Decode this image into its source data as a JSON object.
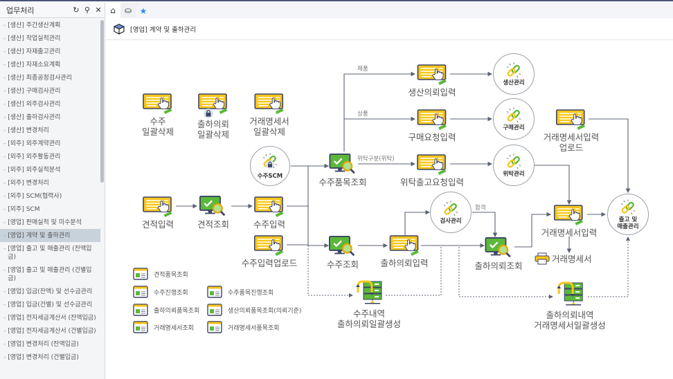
{
  "sidebar": {
    "title": "업무처리",
    "items": [
      "[생산] 주간생산계획",
      "[생산] 작업실적관리",
      "[생산] 자재출고관리",
      "[생산] 자재소요계획",
      "[생산] 최종공정검사관리",
      "[생산] 구매검사관리",
      "[생산] 외주검사관리",
      "[생산] 출하검사관리",
      "[생산] 변경처리",
      "[외주] 외주계약관리",
      "[외주] 외주활동관리",
      "[외주] 외주실적분석",
      "[외주] 변경처리",
      "[외주] SCM(협력사)",
      "[외주] SCM",
      "[영업] 판매실적 및 미수분석",
      "[영업] 계약 및 출하관리",
      "[영업] 출고 및 매출관리 (잔액입금)",
      "[영업] 출고 및 매출관리 (건별입금)",
      "[영업] 입금(잔액) 및 선수금관리",
      "[영업] 입금(건별) 및 선수금관리",
      "[영업] 전자세금계산서 (잔액입금)",
      "[영업] 전자세금계산서 (건별입금)",
      "[영업] 변경처리 (잔액입금)",
      "[영업] 변경처리 (건별입금)"
    ],
    "active_index": 16
  },
  "page": {
    "title": "[영업] 계약 및 출하관리"
  },
  "nodes": {
    "order_bulk_delete": "수주\n일괄삭제",
    "ship_req_bulk_delete": "출하의뢰\n일괄삭제",
    "invoice_bulk_delete": "거래명세서\n일괄삭제",
    "quote_input": "견적입력",
    "quote_query": "견적조회",
    "order_input": "수주입력",
    "order_upload": "수주입력업로드",
    "order_item_query": "수주품목조회",
    "order_query": "수주조회",
    "ship_req_input": "출하의뢰입력",
    "ship_req_query": "출하의뢰조회",
    "prod_req_input": "생산의뢰입력",
    "purchase_req_input": "구매요청입력",
    "consign_req_input": "위탁출고요청입력",
    "invoice_upload": "거래명세서입력\n업로드",
    "invoice_input": "거래명세서입력",
    "invoice_print": "거래명세서",
    "batch_ship_req": "수주내역\n출하의뢰일괄생성",
    "batch_invoice": "출하의뢰내역\n거래명세서일괄생성"
  },
  "circles": {
    "scm": "수주SCM",
    "production": "생산관리",
    "purchase": "구매관리",
    "consign": "위탁관리",
    "inspection": "검사관리",
    "shipping": "출고 및\n매출관리"
  },
  "edges": {
    "product": "제품",
    "goods": "상품",
    "consign_type": "위탁구분(위탁)",
    "pass": "합격"
  },
  "legend": [
    "견적품목조회",
    "수주진행조회",
    "수주품목진행조회",
    "출하의뢰품목조회",
    "생산의뢰품목조회(의뢰기준)",
    "거래명세서조회",
    "거래명세서품목조회"
  ],
  "colors": {
    "yellow": "#f7c51e",
    "green": "#5cb83a",
    "navy": "#3c4466",
    "line": "#5b6275"
  }
}
